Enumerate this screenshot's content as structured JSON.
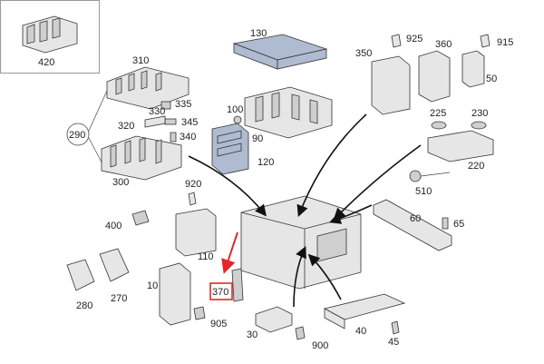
{
  "diagram": {
    "inset_label": "420",
    "group_label": "290",
    "labels": {
      "p310": "310",
      "p335": "335",
      "p330": "330",
      "p345": "345",
      "p320": "320",
      "p340": "340",
      "p300": "300",
      "p130": "130",
      "p100": "100",
      "p90": "90",
      "p120": "120",
      "p350": "350",
      "p925": "925",
      "p360": "360",
      "p915": "915",
      "p50": "50",
      "p225": "225",
      "p230": "230",
      "p220": "220",
      "p510": "510",
      "p60": "60",
      "p65": "65",
      "p920": "920",
      "p400": "400",
      "p110": "110",
      "p370": "370",
      "p280": "280",
      "p270": "270",
      "p10": "10",
      "p905": "905",
      "p30": "30",
      "p900": "900",
      "p40": "40",
      "p45": "45"
    },
    "highlight_color": "#e4262b"
  }
}
